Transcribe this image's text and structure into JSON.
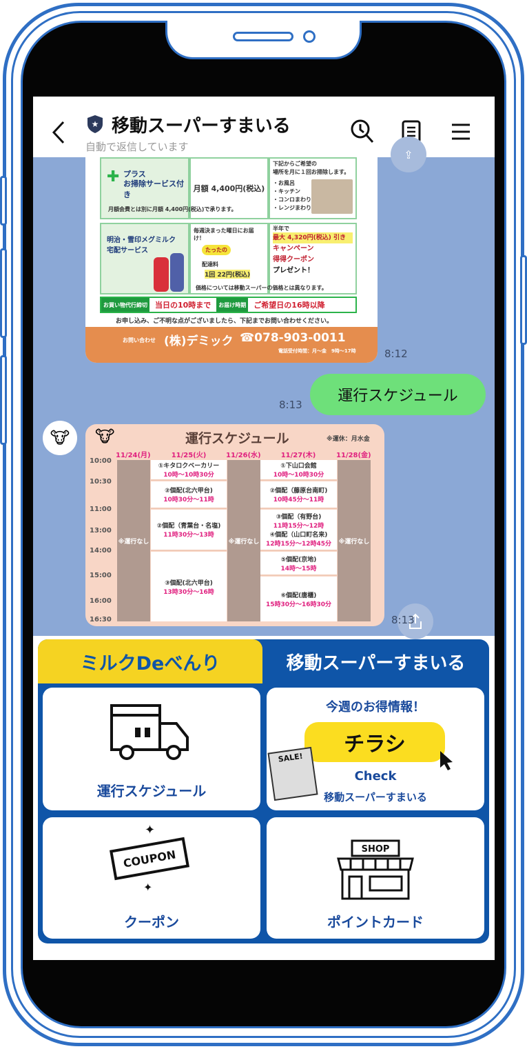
{
  "header": {
    "title": "移動スーパーすまいる",
    "subtitle": "自動で返信しています",
    "icons": [
      "back-chevron-icon",
      "shield-star-icon",
      "clock-search-icon",
      "notes-icon",
      "menu-icon"
    ]
  },
  "flyer": {
    "row1": {
      "name_line1": "プラス",
      "name_line2": "お掃除サービス付き",
      "note": "月額会費とは別に月額 4,400円(税込)で承ります。",
      "price": "月額 4,400円(税込)",
      "desc_top": "下記からご希望の",
      "desc": "場所を月に１回お掃除します。",
      "items": [
        "・お風呂",
        "・キッチン",
        "・コンロまわり",
        "・レンジまわり"
      ]
    },
    "row2": {
      "name_line1": "明治・雪印メグミルク",
      "name_line2": "宅配サービス",
      "weekly": "毎週決まった曜日にお届け！",
      "bubble": "たったの",
      "fee_label": "配達料",
      "fee": "1回 22円(税込)",
      "half": "半年で",
      "max": "最大 4,320円(税込) 引き",
      "campaign": "キャンペーン",
      "coupon": "得得クーポン",
      "present": "プレゼント！",
      "price_note": "価格については移動スーパーの価格とは異なります。"
    },
    "row3": {
      "cutoff_label": "お買い物代行締切",
      "cutoff": "当日の10時まで",
      "delivery_label": "お届け時期",
      "delivery": "ご希望日の16時以降"
    },
    "inquiry": "お申し込み、ご不明な点がございましたら、下記までお問い合わせください。",
    "contact_label": "お問い合わせ",
    "company": "(株)デミック",
    "phone": "☎078-903-0011",
    "hours": "電話受付時間：月～金　9時～17時"
  },
  "messages": [
    {
      "time": "8:12"
    },
    {
      "text": "運行スケジュール",
      "time": "8:13"
    },
    {
      "time": "8:13"
    }
  ],
  "schedule": {
    "title": "運行スケジュール",
    "closed_note": "※運休：月水金",
    "times": [
      "10:00",
      "10:30",
      "11:00",
      "13:00",
      "14:00",
      "15:00",
      "16:00",
      "16:30"
    ],
    "days": [
      "11/24(月)",
      "11/25(火)",
      "11/26(水)",
      "11/27(木)",
      "11/28(金)"
    ],
    "no_service": "※運行なし",
    "tue": [
      {
        "place": "①キタロクベーカリー",
        "time": "10時～10時30分"
      },
      {
        "place": "②個配(北六甲台)",
        "time": "10時30分～11時"
      },
      {
        "place": "②個配（青葉台・名塩)",
        "time": "11時30分～13時"
      },
      {
        "place": "③個配(北六甲台)",
        "time": "13時30分～16時"
      }
    ],
    "thu": [
      {
        "place": "①下山口会館",
        "time": "10時～10時30分"
      },
      {
        "place": "②個配（藤原台南町)",
        "time": "10時45分～11時"
      },
      {
        "place": "③個配（有野台)",
        "time": "11時15分～12時"
      },
      {
        "place": "④個配（山口町名来)",
        "time": "12時15分～12時45分"
      },
      {
        "place": "⑤個配(京地)",
        "time": "14時～15時"
      },
      {
        "place": "⑥個配(唐櫃)",
        "time": "15時30分～16時30分"
      }
    ]
  },
  "menu": {
    "tab_left": "ミルクDeべんり",
    "tab_right": "移動スーパーすまいる",
    "schedule_label": "運行スケジュール",
    "flyer": {
      "heading": "今週のお得情報！",
      "button": "チラシ",
      "check": "Check",
      "store": "移動スーパーすまいる",
      "sale": "SALE!"
    },
    "coupon_label": "クーポン",
    "coupon_art": "COUPON",
    "point_label": "ポイントカード",
    "shop_sign": "SHOP"
  },
  "colors": {
    "chat_bg": "#8ba8d6",
    "bubble": "#6ee07a",
    "menu_blue": "#0f55a8",
    "menu_yellow": "#f5d322",
    "frame": "#2f6fc4"
  }
}
